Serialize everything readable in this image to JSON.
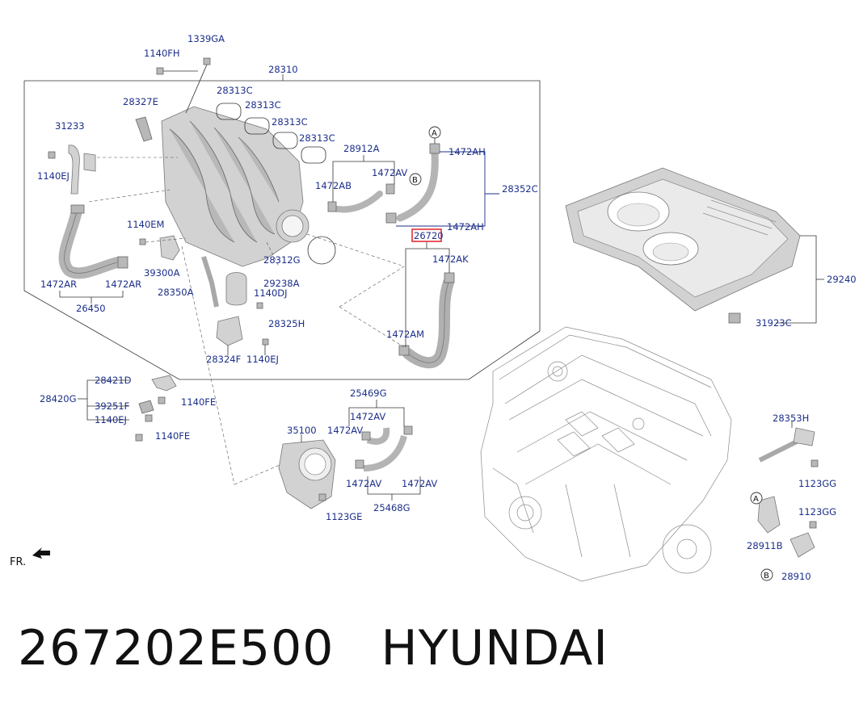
{
  "footer": {
    "part_number": "267202E500",
    "brand": "HYUNDAI"
  },
  "orientation_label": "FR.",
  "callouts": {
    "c1339GA": "1339GA",
    "c1140FH": "1140FH",
    "c28310": "28310",
    "c28313C_1": "28313C",
    "c28313C_2": "28313C",
    "c28313C_3": "28313C",
    "c28313C_4": "28313C",
    "c28327E": "28327E",
    "c31233": "31233",
    "c1140EJ_1": "1140EJ",
    "c28912A": "28912A",
    "c1472AV_1": "1472AV",
    "c1472AB": "1472AB",
    "c1472AH_1": "1472AH",
    "c28352C": "28352C",
    "c1472AH_2": "1472AH",
    "c26720": "26720",
    "c1472AK": "1472AK",
    "c1140EM": "1140EM",
    "c39300A": "39300A",
    "c28312G": "28312G",
    "c29238A": "29238A",
    "c1140DJ": "1140DJ",
    "c28350A": "28350A",
    "c1472AR_1": "1472AR",
    "c1472AR_2": "1472AR",
    "c26450": "26450",
    "c28325H": "28325H",
    "c1472AM": "1472AM",
    "c28324F": "28324F",
    "c1140EJ_2": "1140EJ",
    "c29240": "29240",
    "c31923C": "31923C",
    "c28421D": "28421D",
    "c28420G": "28420G",
    "c39251F": "39251F",
    "c1140FE_1": "1140FE",
    "c1140EJ_3": "1140EJ",
    "c1140FE_2": "1140FE",
    "c25469G": "25469G",
    "c1472AV_2": "1472AV",
    "c1472AV_3": "1472AV",
    "c35100": "35100",
    "c1472AV_4": "1472AV",
    "c1472AV_5": "1472AV",
    "c25468G": "25468G",
    "c1123GE": "1123GE",
    "c28353H": "28353H",
    "c1123GG_1": "1123GG",
    "c1123GG_2": "1123GG",
    "c28911B": "28911B",
    "c28910": "28910",
    "markerA_1": "A",
    "markerB_1": "B",
    "markerA_2": "A",
    "markerB_2": "B"
  },
  "colors": {
    "callout_text": "#1c2f8a",
    "highlight_box": "#e0202a",
    "part_fill": "#d2d2d2"
  }
}
